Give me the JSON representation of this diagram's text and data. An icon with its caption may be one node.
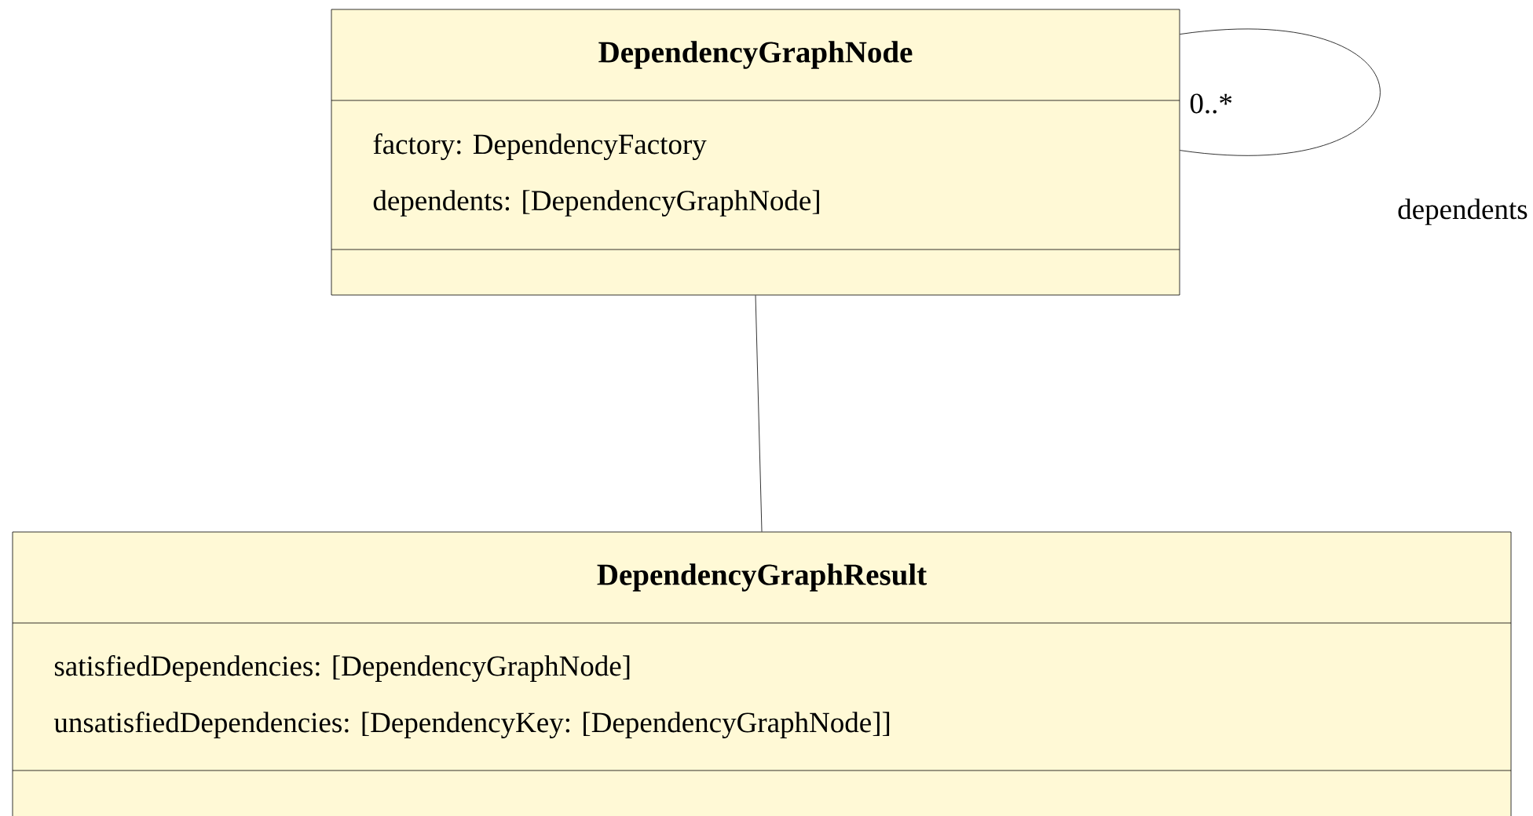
{
  "diagram": {
    "nodes": [
      {
        "text": [
          "DependencyGraphNode",
          "factory: DependencyFactory",
          "dependents: [DependencyGraphNode]"
        ]
      },
      {
        "text": [
          "DependencyGraphResult",
          "satisfiedDependencies: [DependencyGraphNode]",
          "unsatisfiedDependencies: [DependencyKey: [DependencyGraphNode]]"
        ]
      }
    ],
    "edges": [
      {
        "from": 0,
        "to": 0,
        "arrow": "none",
        "label": "dependents"
      },
      {
        "from": 0,
        "to": 1,
        "arrow": "none"
      }
    ],
    "labels": [
      "0..*"
    ]
  }
}
